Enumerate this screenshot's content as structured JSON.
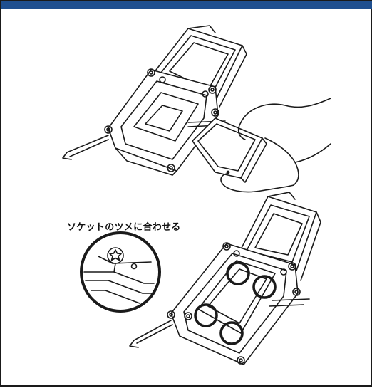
{
  "figure": {
    "caption": "ソケットのツメに合わせる",
    "colors": {
      "header_bar": "#1f4f8f",
      "line": "#1a1a1a",
      "fill": "#ffffff"
    },
    "icons": [
      "cpu-socket-open-lid",
      "cpu-chip-in-hand",
      "cpu-seated-socket",
      "alignment-key-magnifier"
    ]
  }
}
